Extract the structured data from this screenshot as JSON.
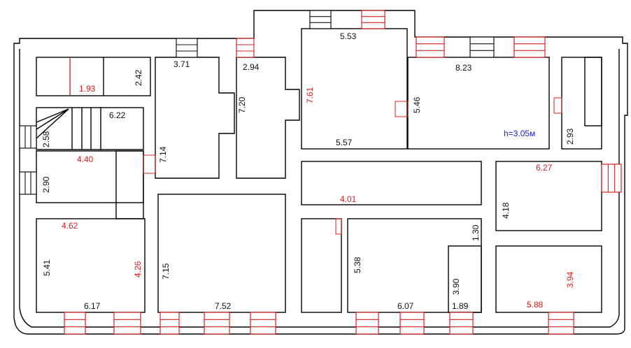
{
  "plan": {
    "colors": {
      "black": "#111111",
      "red": "#d42020",
      "blue": "#1a1ad0"
    },
    "labels": {
      "r371": "3.71",
      "r294": "2.94",
      "r720": "7.20",
      "r193": "1.93",
      "r242": "2.42",
      "r622": "6.22",
      "r258": "2.58",
      "r714": "7.14",
      "r440": "4.40",
      "r290": "2.90",
      "r553": "5.53",
      "r761": "7.61",
      "r546": "5.46",
      "r557": "5.57",
      "r823": "8.23",
      "height": "h=3.05м",
      "r293": "2.93",
      "r627": "6.27",
      "r401": "4.01",
      "r418": "4.18",
      "r462": "4.62",
      "r541": "5.41",
      "r426": "4.26",
      "r715": "7.15",
      "r617": "6.17",
      "r752": "7.52",
      "r538": "5.38",
      "r607": "6.07",
      "r130": "1.30",
      "r390": "3.90",
      "r189": "1.89",
      "r394": "3.94",
      "r588": "5.88"
    }
  }
}
